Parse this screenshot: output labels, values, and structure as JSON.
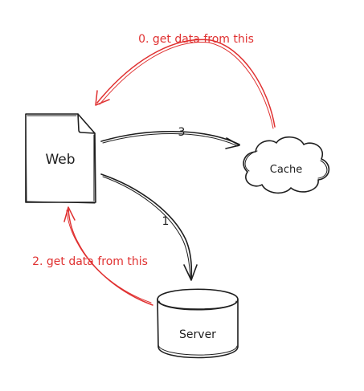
{
  "nodes": {
    "web": "Web",
    "cache": "Cache",
    "server": "Server"
  },
  "edges": {
    "web_to_server": "1",
    "web_to_cache": "3"
  },
  "annotations": {
    "from_cache": "0. get data from this",
    "from_server": "2. get data from this"
  },
  "colors": {
    "ink": "#1e1e1e",
    "annotation": "#e03131"
  }
}
